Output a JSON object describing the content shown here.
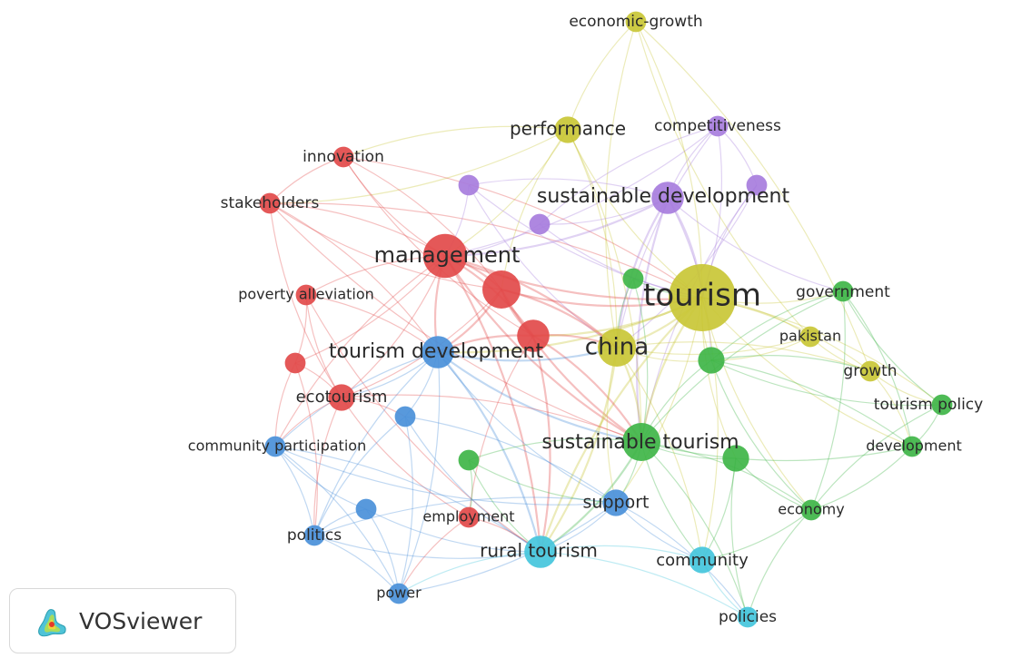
{
  "colors": {
    "red": "#e24a4a",
    "yellow": "#c9c736",
    "purple": "#a77ddd",
    "blue": "#4a90d9",
    "green": "#3fb548",
    "cyan": "#44c6dc"
  },
  "nodes": [
    {
      "id": "economic-growth",
      "label": "economic-growth",
      "cluster": "yellow",
      "weight": 2
    },
    {
      "id": "performance",
      "label": "performance",
      "cluster": "yellow",
      "weight": 3
    },
    {
      "id": "competitiveness",
      "label": "competitiveness",
      "cluster": "purple",
      "weight": 2
    },
    {
      "id": "innovation",
      "label": "innovation",
      "cluster": "red",
      "weight": 2
    },
    {
      "id": "stakeholders",
      "label": "stakeholders",
      "cluster": "red",
      "weight": 2
    },
    {
      "id": "purple-a",
      "label": "",
      "cluster": "purple",
      "weight": 2
    },
    {
      "id": "sustainable-development",
      "label": "sustainable development",
      "cluster": "purple",
      "weight": 4
    },
    {
      "id": "purple-b",
      "label": "",
      "cluster": "purple",
      "weight": 2
    },
    {
      "id": "purple-c",
      "label": "",
      "cluster": "purple",
      "weight": 2
    },
    {
      "id": "management",
      "label": "management",
      "cluster": "red",
      "weight": 6
    },
    {
      "id": "red-a",
      "label": "",
      "cluster": "red",
      "weight": 5
    },
    {
      "id": "green-a",
      "label": "",
      "cluster": "green",
      "weight": 2
    },
    {
      "id": "tourism",
      "label": "tourism",
      "cluster": "yellow",
      "weight": 10
    },
    {
      "id": "government",
      "label": "government",
      "cluster": "green",
      "weight": 2
    },
    {
      "id": "poverty-alleviation",
      "label": "poverty alleviation",
      "cluster": "red",
      "weight": 2
    },
    {
      "id": "red-b",
      "label": "",
      "cluster": "red",
      "weight": 4
    },
    {
      "id": "tourism-development",
      "label": "tourism development",
      "cluster": "blue",
      "weight": 4
    },
    {
      "id": "china",
      "label": "china",
      "cluster": "yellow",
      "weight": 5
    },
    {
      "id": "pakistan",
      "label": "pakistan",
      "cluster": "yellow",
      "weight": 2
    },
    {
      "id": "green-b",
      "label": "",
      "cluster": "green",
      "weight": 3
    },
    {
      "id": "red-c",
      "label": "",
      "cluster": "red",
      "weight": 2
    },
    {
      "id": "growth",
      "label": "growth",
      "cluster": "yellow",
      "weight": 2
    },
    {
      "id": "ecotourism",
      "label": "ecotourism",
      "cluster": "red",
      "weight": 3
    },
    {
      "id": "tourism-policy",
      "label": "tourism policy",
      "cluster": "green",
      "weight": 2
    },
    {
      "id": "blue-a",
      "label": "",
      "cluster": "blue",
      "weight": 2
    },
    {
      "id": "community-participation",
      "label": "community participation",
      "cluster": "blue",
      "weight": 2
    },
    {
      "id": "sustainable-tourism",
      "label": "sustainable tourism",
      "cluster": "green",
      "weight": 5
    },
    {
      "id": "green-c",
      "label": "",
      "cluster": "green",
      "weight": 2
    },
    {
      "id": "development",
      "label": "development",
      "cluster": "green",
      "weight": 2
    },
    {
      "id": "green-d",
      "label": "",
      "cluster": "green",
      "weight": 3
    },
    {
      "id": "support",
      "label": "support",
      "cluster": "blue",
      "weight": 3
    },
    {
      "id": "blue-b",
      "label": "",
      "cluster": "blue",
      "weight": 2
    },
    {
      "id": "employment",
      "label": "employment",
      "cluster": "red",
      "weight": 2
    },
    {
      "id": "economy",
      "label": "economy",
      "cluster": "green",
      "weight": 2
    },
    {
      "id": "politics",
      "label": "politics",
      "cluster": "blue",
      "weight": 2
    },
    {
      "id": "rural-tourism",
      "label": "rural tourism",
      "cluster": "cyan",
      "weight": 4
    },
    {
      "id": "community",
      "label": "community",
      "cluster": "cyan",
      "weight": 3
    },
    {
      "id": "power",
      "label": "power",
      "cluster": "blue",
      "weight": 2
    },
    {
      "id": "policies",
      "label": "policies",
      "cluster": "cyan",
      "weight": 2
    }
  ],
  "brand": {
    "name": "VOSviewer",
    "logo_icon": "vosviewer-logo-icon"
  }
}
